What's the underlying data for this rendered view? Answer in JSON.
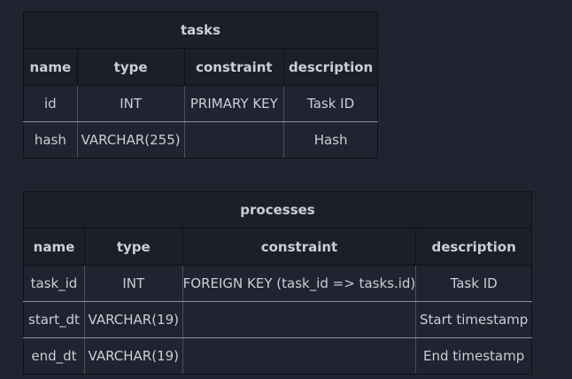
{
  "tables": [
    {
      "title": "tasks",
      "headers": [
        "name",
        "type",
        "constraint",
        "description"
      ],
      "rows": [
        [
          "id",
          "INT",
          "PRIMARY KEY",
          "Task ID"
        ],
        [
          "hash",
          "VARCHAR(255)",
          "",
          "Hash"
        ]
      ]
    },
    {
      "title": "processes",
      "headers": [
        "name",
        "type",
        "constraint",
        "description"
      ],
      "rows": [
        [
          "task_id",
          "INT",
          "FOREIGN KEY (task_id => tasks.id)",
          "Task ID"
        ],
        [
          "start_dt",
          "VARCHAR(19)",
          "",
          "Start timestamp"
        ],
        [
          "end_dt",
          "VARCHAR(19)",
          "",
          "End timestamp"
        ]
      ]
    }
  ]
}
